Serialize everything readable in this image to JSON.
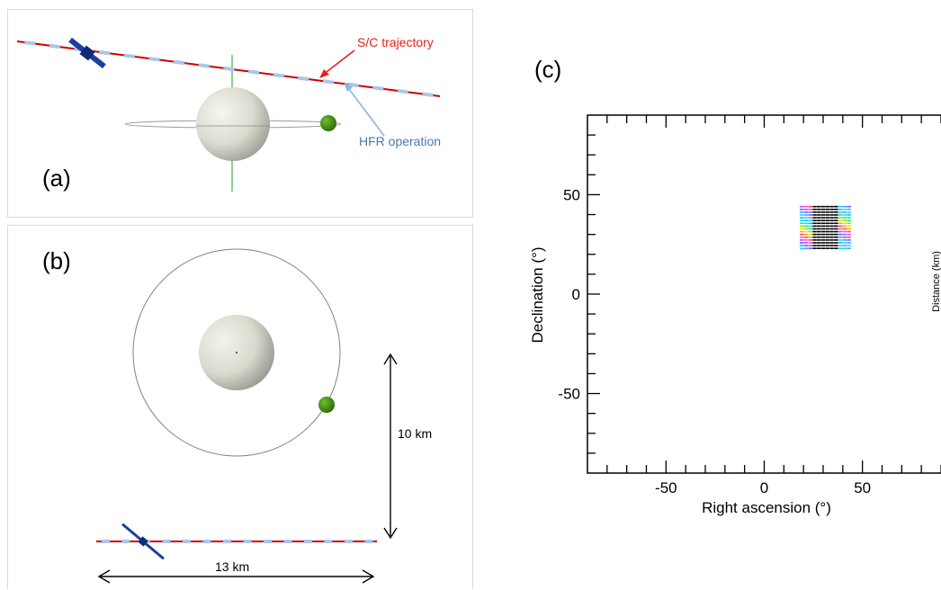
{
  "panel_a": {
    "label": "(a)",
    "trajectory_label": "S/C trajectory",
    "hfr_label": "HFR operation"
  },
  "panel_b": {
    "label": "(b)",
    "vertical_scale_label": "10 km",
    "horizontal_scale_label": "13 km"
  },
  "panel_c": {
    "label": "(c)"
  },
  "colors": {
    "trajectory": "#cc0000",
    "hfr_segment": "#a9c7ea",
    "spacecraft": "#1a3f9c",
    "moon": "#3b7a12",
    "axis_green": "#3cb043",
    "annotation_red": "#e8201a",
    "annotation_blue": "#4a77b4"
  },
  "chart_data": {
    "type": "scatter",
    "xlabel": "Right ascension (°)",
    "ylabel": "Declination (°)",
    "right_label": "Distance (km)",
    "xlim": [
      -90,
      90
    ],
    "ylim": [
      -90,
      90
    ],
    "x_ticks": [
      -50,
      0,
      50
    ],
    "y_ticks": [
      50,
      0,
      -50
    ],
    "grid": false,
    "point_cluster": {
      "ra_range": [
        19,
        43
      ],
      "dec_range": [
        23,
        44
      ],
      "rows": 16,
      "cols": 12,
      "colormap": "rainbow",
      "core_color": "#000000"
    }
  }
}
